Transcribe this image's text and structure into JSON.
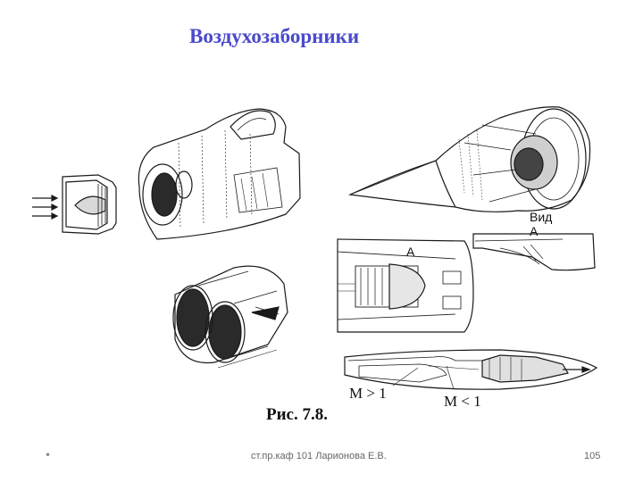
{
  "slide": {
    "title": "Воздухозаборники",
    "caption": "Рис. 7.8.",
    "view_label_line1": "Вид",
    "view_label_line2": "А",
    "section_label": "А",
    "mach_supersonic": "M > 1",
    "mach_subsonic": "M < 1",
    "title_color": "#4a4acb"
  },
  "footer": {
    "bullet": "•",
    "author": "ст.пр.каф 101 Ларионова Е.В.",
    "page_number": "105"
  }
}
